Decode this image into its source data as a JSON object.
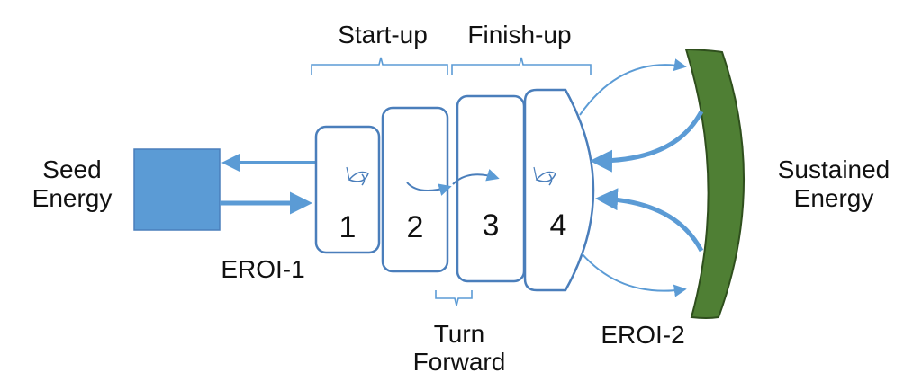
{
  "labels": {
    "start_up": "Start-up",
    "finish_up": "Finish-up",
    "seed_energy_line1": "Seed",
    "seed_energy_line2": "Energy",
    "sustained_energy_line1": "Sustained",
    "sustained_energy_line2": "Energy",
    "eroi_1": "EROI-1",
    "eroi_2": "EROI-2",
    "turn_forward_line1": "Turn",
    "turn_forward_line2": "Forward"
  },
  "stages": [
    "1",
    "2",
    "3",
    "4"
  ],
  "icons": {
    "stage_1": "eye-icon",
    "stage_4": "eye-icon"
  },
  "colors": {
    "outline": "#4a7ebb",
    "arrow": "#5b9bd5",
    "seed_box": "#5b9bd5",
    "sustained_bar": "#4f7f34",
    "sustained_border": "#2f4f1d",
    "text": "#111111"
  }
}
